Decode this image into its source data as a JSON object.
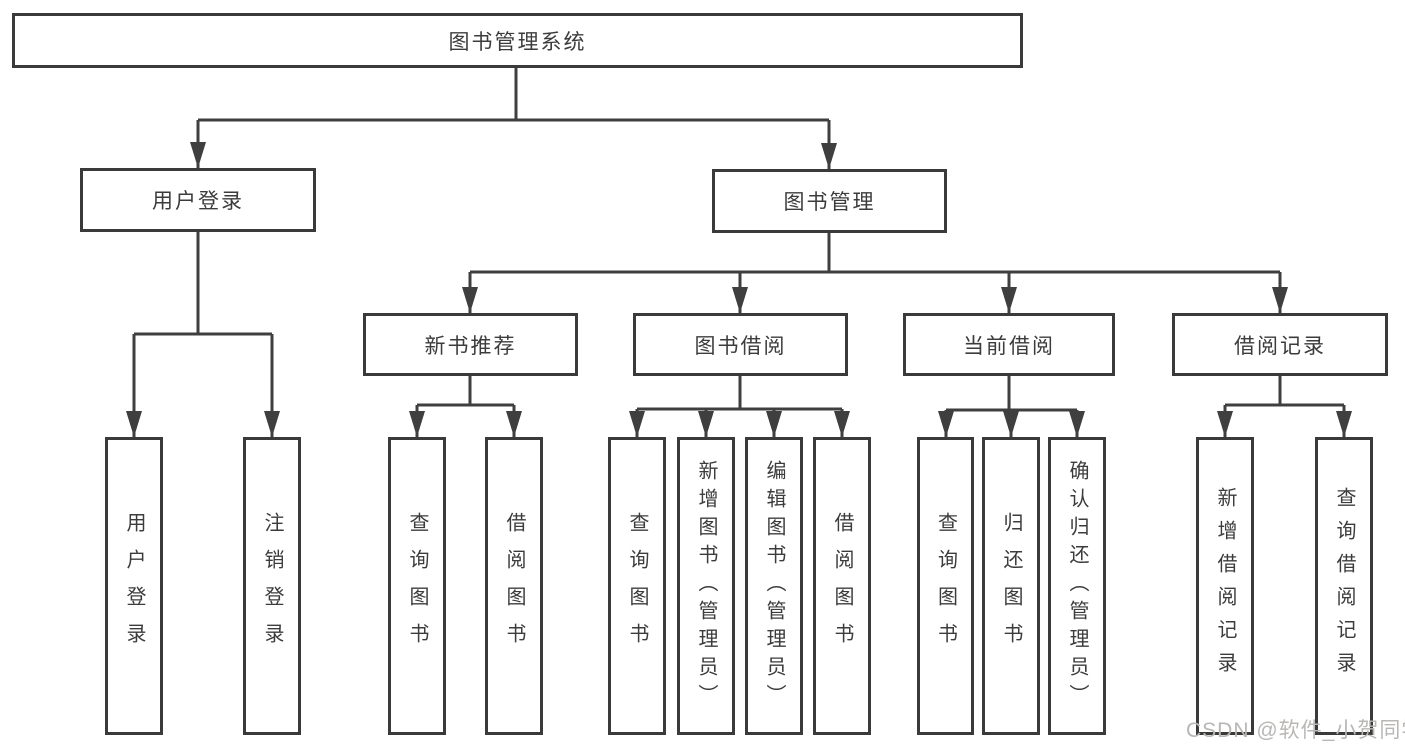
{
  "root_label": "图书管理系统",
  "branches": [
    {
      "label": "用户登录",
      "children": [
        {
          "label": "用户登录"
        },
        {
          "label": "注销登录"
        }
      ]
    },
    {
      "label": "图书管理",
      "groups": [
        {
          "label": "新书推荐",
          "children": [
            {
              "label": "查询图书"
            },
            {
              "label": "借阅图书"
            }
          ]
        },
        {
          "label": "图书借阅",
          "children": [
            {
              "label": "查询图书"
            },
            {
              "label": "新增图书（管理员）"
            },
            {
              "label": "编辑图书（管理员）"
            },
            {
              "label": "借阅图书"
            }
          ]
        },
        {
          "label": "当前借阅",
          "children": [
            {
              "label": "查询图书"
            },
            {
              "label": "归还图书"
            },
            {
              "label": "确认归还（管理员）"
            }
          ]
        },
        {
          "label": "借阅记录",
          "children": [
            {
              "label": "新增借阅记录"
            },
            {
              "label": "查询借阅记录"
            }
          ]
        }
      ]
    }
  ],
  "watermark": "CSDN @软件_小贺同学",
  "colors": {
    "line": "#3f3f3f",
    "border": "#3a3a3a",
    "text": "#3c3c3c",
    "watermark": "#b9b7b5"
  }
}
